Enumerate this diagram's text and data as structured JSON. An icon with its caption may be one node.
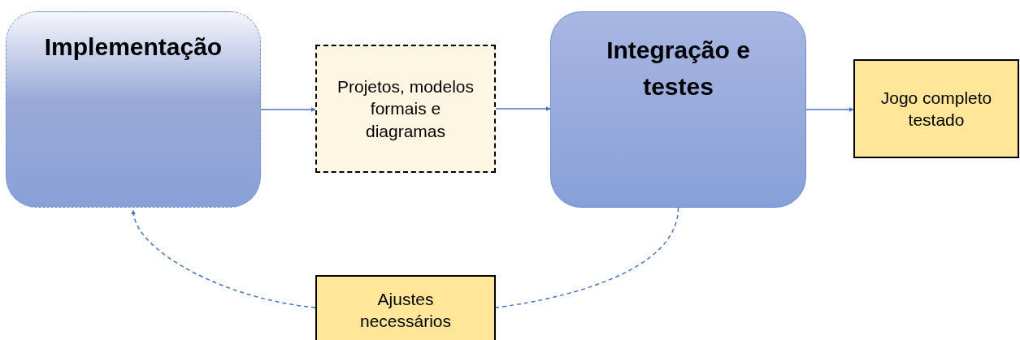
{
  "diagram": {
    "nodes": [
      {
        "text": [
          "Implementação"
        ]
      },
      {
        "text": [
          "Projetos, modelos formais e diagramas"
        ]
      },
      {
        "text": [
          "Integração e testes"
        ]
      },
      {
        "text": [
          "Jogo completo testado"
        ]
      },
      {
        "text": [
          "Ajustes necessários"
        ]
      }
    ],
    "edges": [
      {
        "from": 0,
        "to": 1,
        "arrow": "to"
      },
      {
        "from": 1,
        "to": 2,
        "arrow": "to"
      },
      {
        "from": 2,
        "to": 3,
        "arrow": "to"
      },
      {
        "from": 2,
        "to": 4,
        "arrow": "none",
        "style": "dashed"
      },
      {
        "from": 4,
        "to": 0,
        "arrow": "to",
        "style": "dashed"
      }
    ]
  }
}
